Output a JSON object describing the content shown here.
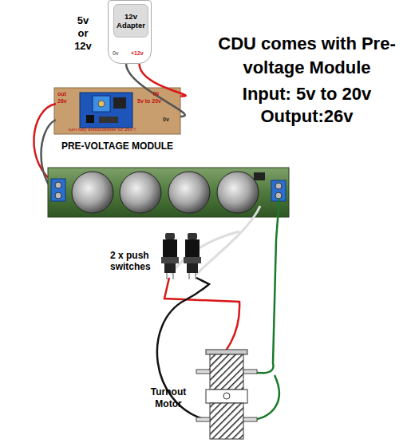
{
  "diagram": {
    "title": "CDU comes with Pre-voltage Module",
    "nodes": [
      {
        "text": [
          "12v Adapter"
        ]
      },
      {
        "text": [
          "PRE-VOLTAGE MODULE"
        ]
      },
      {
        "text": [
          "Turnout Motor"
        ]
      }
    ],
    "edges": [
      {
        "from": 0,
        "to": 1,
        "arrow": "none"
      },
      {
        "from": 0,
        "to": 1,
        "arrow": "none"
      }
    ],
    "labels": [
      "5v or 12v",
      "0v",
      "+12v",
      "Input: 5v to 20v",
      "Output:26v",
      "out",
      "26v",
      "IN",
      "5v to 20v",
      "0v",
      "turn fully anticlockwise for 26v !!",
      "2 x push switches"
    ]
  }
}
